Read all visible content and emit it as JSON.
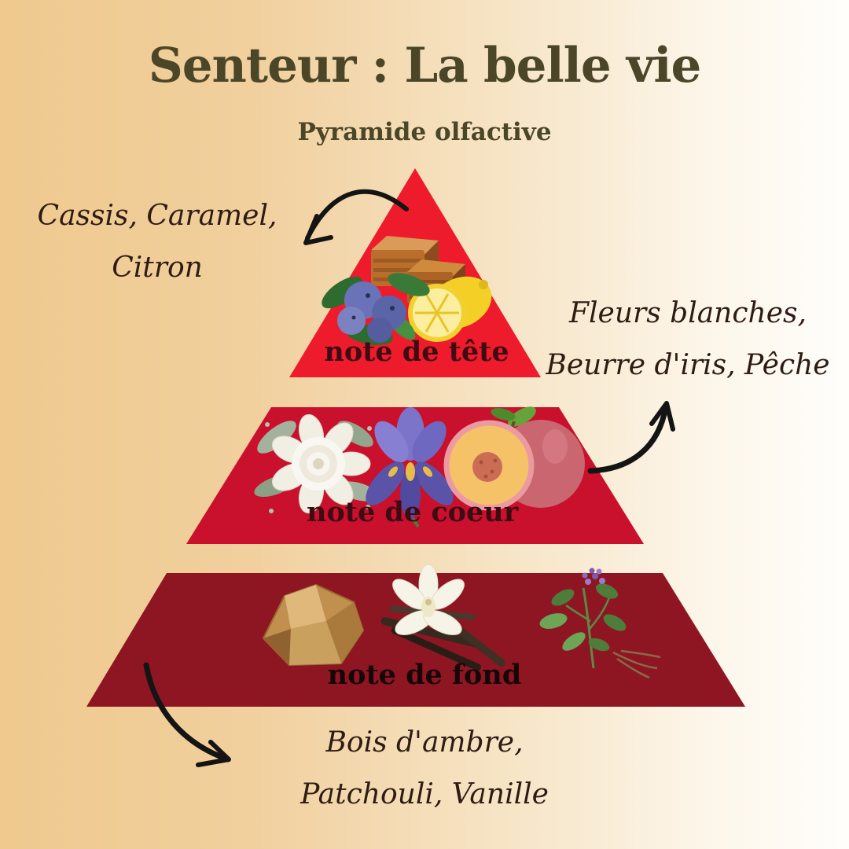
{
  "page": {
    "title": "Senteur : La belle vie",
    "subtitle": "Pyramide olfactive"
  },
  "colors": {
    "background_left": "#efc98e",
    "background_right": "#fffefb",
    "title_text": "#4c4629",
    "annotation_text": "#2e1c13",
    "label_text": "#3f0b12",
    "arrow": "#141414"
  },
  "pyramid": {
    "levels": [
      {
        "name": "top",
        "label": "note de tête",
        "notes": [
          "Cassis, Caramel,",
          "Citron"
        ],
        "color": "#ee1b2c",
        "illustrations": [
          "caramel-candies",
          "blackcurrant-berries",
          "lemon-and-slice"
        ]
      },
      {
        "name": "heart",
        "label": "note de coeur",
        "notes": [
          "Fleurs blanches,",
          "Beurre d'iris, Pêche"
        ],
        "color": "#c9102c",
        "illustrations": [
          "white-rose",
          "iris-flower",
          "peach"
        ]
      },
      {
        "name": "base",
        "label": "note de fond",
        "notes": [
          "Bois d'ambre,",
          "Patchouli, Vanille"
        ],
        "color": "#8e1623",
        "illustrations": [
          "amber-resin",
          "vanilla-flower-and-pods",
          "patchouli-plant"
        ]
      }
    ]
  }
}
